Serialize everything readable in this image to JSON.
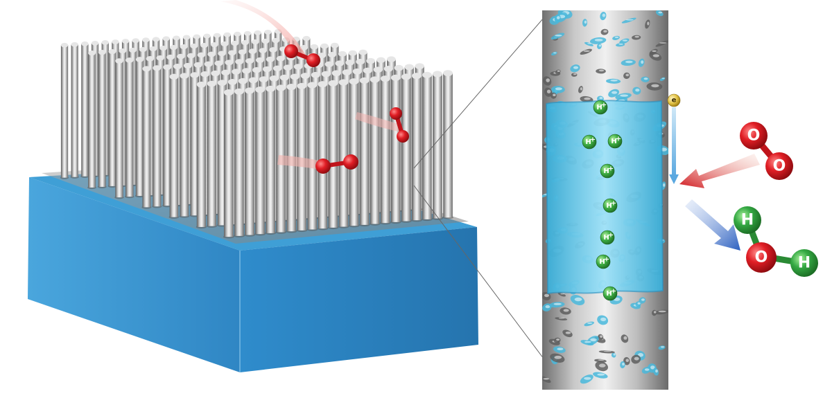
{
  "labels": {
    "h_ion": "H",
    "plus": "+",
    "electron": "e",
    "oxygen": "O",
    "hydrogen": "H"
  },
  "proton_count": 8,
  "colors": {
    "substrate_top": "#3f9fd6",
    "substrate_front": "#2f8ccc",
    "substrate_side": "#2a7fbd",
    "pillar": "#9a9a9a",
    "channel_water": "#62c6ec",
    "oxygen_atom": "#d8141b",
    "hydrogen_atom": "#2f9e3c",
    "electron": "#e7c84a",
    "arrow_in": "#d0191f",
    "arrow_out": "#2c5fbf"
  }
}
